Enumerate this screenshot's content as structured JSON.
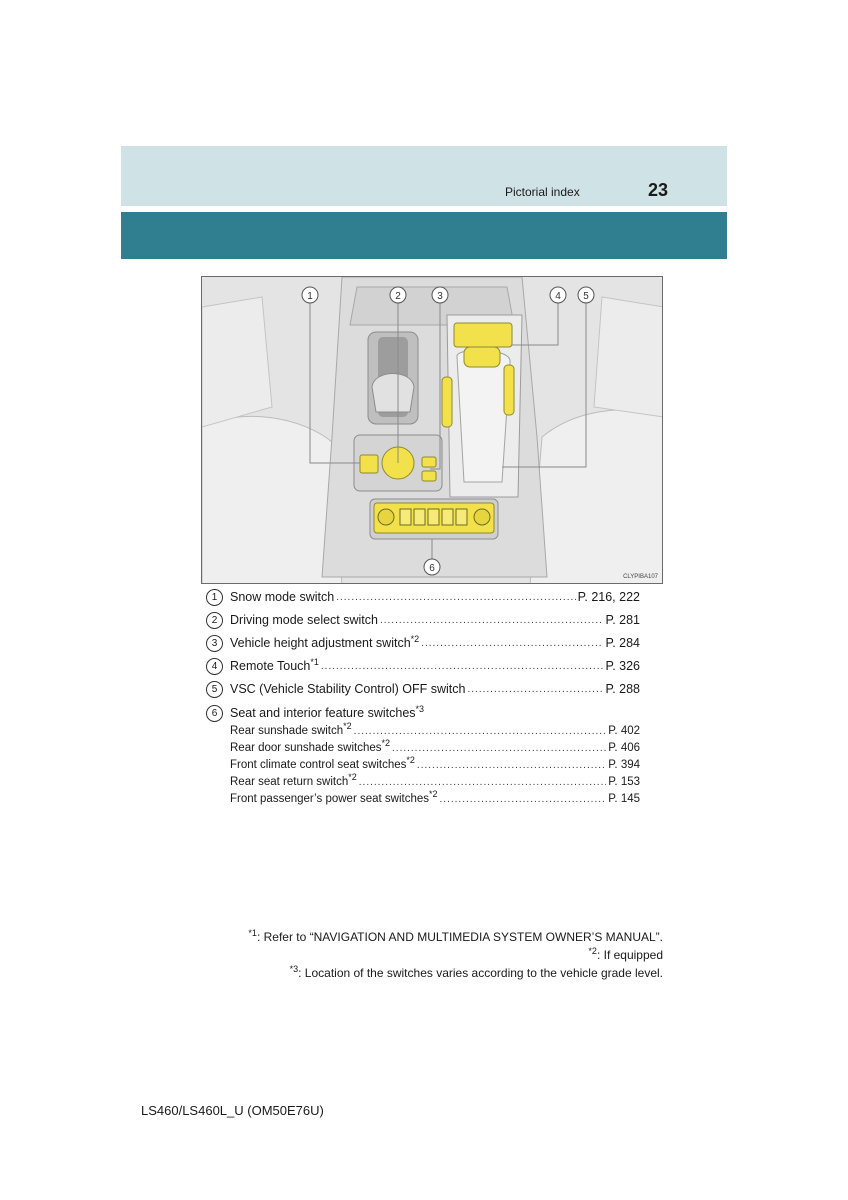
{
  "header": {
    "section_title": "Pictorial index",
    "page_number": "23"
  },
  "figure": {
    "code": "CLYPIBA107",
    "callouts": [
      "1",
      "2",
      "3",
      "4",
      "5",
      "6"
    ]
  },
  "items": [
    {
      "num": "1",
      "label": "Snow mode switch",
      "sup": "",
      "ref": "P. 216, 222"
    },
    {
      "num": "2",
      "label": "Driving mode select switch",
      "sup": "",
      "ref": "P. 281"
    },
    {
      "num": "3",
      "label": "Vehicle height adjustment switch",
      "sup": "*2",
      "ref": "P. 284"
    },
    {
      "num": "4",
      "label": "Remote Touch",
      "sup": "*1",
      "ref": "P. 326"
    },
    {
      "num": "5",
      "label": "VSC (Vehicle Stability Control) OFF switch",
      "sup": "",
      "ref": "P. 288"
    }
  ],
  "item6": {
    "num": "6",
    "label": "Seat and interior feature switches",
    "sup": "*3",
    "subitems": [
      {
        "label": "Rear sunshade switch",
        "sup": "*2",
        "ref": "P. 402"
      },
      {
        "label": "Rear door sunshade switches",
        "sup": "*2",
        "ref": "P. 406"
      },
      {
        "label": "Front climate control seat switches",
        "sup": "*2",
        "ref": "P. 394"
      },
      {
        "label": "Rear seat return switch",
        "sup": "*2",
        "ref": "P. 153"
      },
      {
        "label": "Front passenger’s power seat switches",
        "sup": "*2",
        "ref": "P. 145"
      }
    ]
  },
  "footnotes": [
    {
      "mark": "*1",
      "text": ": Refer to “NAVIGATION AND MULTIMEDIA SYSTEM OWNER’S MANUAL”."
    },
    {
      "mark": "*2",
      "text": ": If equipped"
    },
    {
      "mark": "*3",
      "text": ": Location of the switches varies according to the vehicle grade level."
    }
  ],
  "footer": {
    "model": "LS460/LS460L_U (OM50E76U)"
  },
  "colors": {
    "header_light": "#cfe3e6",
    "header_dark": "#2f7f90",
    "highlight": "#f2e14a"
  }
}
